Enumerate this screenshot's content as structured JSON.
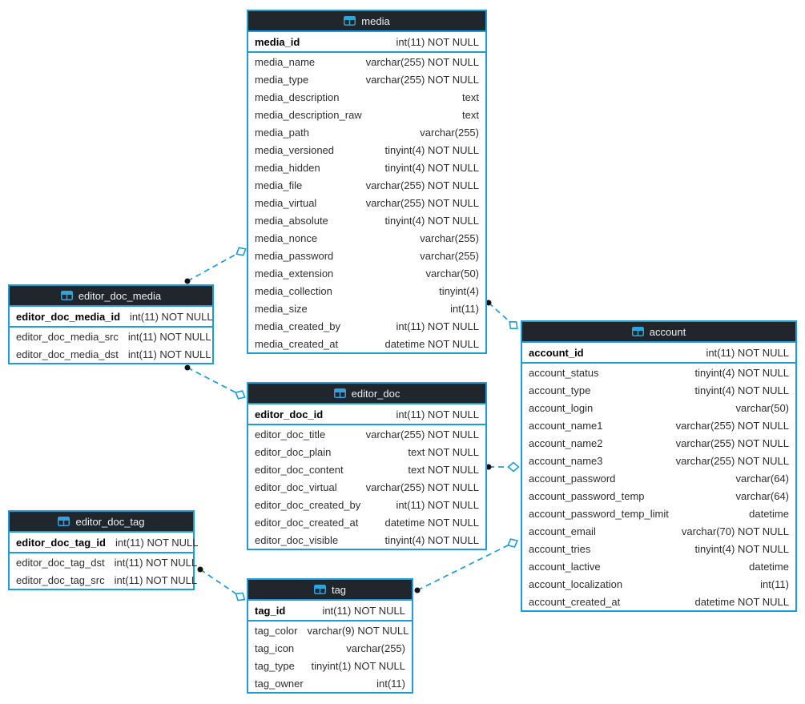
{
  "diagram": {
    "colors": {
      "accent": "#1e9cd7",
      "header_bg": "#21262c",
      "header_text": "#efefef",
      "row_text": "#2e2e2e",
      "pk_text": "#000000",
      "connector_dot": "#121212",
      "background": "#ffffff"
    },
    "tables": [
      {
        "name": "media",
        "columns": [
          {
            "name": "media_id",
            "type": "int(11) NOT NULL",
            "pk": true
          },
          {
            "name": "media_name",
            "type": "varchar(255) NOT NULL"
          },
          {
            "name": "media_type",
            "type": "varchar(255) NOT NULL"
          },
          {
            "name": "media_description",
            "type": "text"
          },
          {
            "name": "media_description_raw",
            "type": "text"
          },
          {
            "name": "media_path",
            "type": "varchar(255)"
          },
          {
            "name": "media_versioned",
            "type": "tinyint(4) NOT NULL"
          },
          {
            "name": "media_hidden",
            "type": "tinyint(4) NOT NULL"
          },
          {
            "name": "media_file",
            "type": "varchar(255) NOT NULL"
          },
          {
            "name": "media_virtual",
            "type": "varchar(255) NOT NULL"
          },
          {
            "name": "media_absolute",
            "type": "tinyint(4) NOT NULL"
          },
          {
            "name": "media_nonce",
            "type": "varchar(255)"
          },
          {
            "name": "media_password",
            "type": "varchar(255)"
          },
          {
            "name": "media_extension",
            "type": "varchar(50)"
          },
          {
            "name": "media_collection",
            "type": "tinyint(4)"
          },
          {
            "name": "media_size",
            "type": "int(11)"
          },
          {
            "name": "media_created_by",
            "type": "int(11) NOT NULL"
          },
          {
            "name": "media_created_at",
            "type": "datetime NOT NULL"
          }
        ]
      },
      {
        "name": "editor_doc_media",
        "columns": [
          {
            "name": "editor_doc_media_id",
            "type": "int(11) NOT NULL",
            "pk": true
          },
          {
            "name": "editor_doc_media_src",
            "type": "int(11) NOT NULL"
          },
          {
            "name": "editor_doc_media_dst",
            "type": "int(11) NOT NULL"
          }
        ]
      },
      {
        "name": "editor_doc",
        "columns": [
          {
            "name": "editor_doc_id",
            "type": "int(11) NOT NULL",
            "pk": true
          },
          {
            "name": "editor_doc_title",
            "type": "varchar(255) NOT NULL"
          },
          {
            "name": "editor_doc_plain",
            "type": "text NOT NULL"
          },
          {
            "name": "editor_doc_content",
            "type": "text NOT NULL"
          },
          {
            "name": "editor_doc_virtual",
            "type": "varchar(255) NOT NULL"
          },
          {
            "name": "editor_doc_created_by",
            "type": "int(11) NOT NULL"
          },
          {
            "name": "editor_doc_created_at",
            "type": "datetime NOT NULL"
          },
          {
            "name": "editor_doc_visible",
            "type": "tinyint(4) NOT NULL"
          }
        ]
      },
      {
        "name": "editor_doc_tag",
        "columns": [
          {
            "name": "editor_doc_tag_id",
            "type": "int(11) NOT NULL",
            "pk": true
          },
          {
            "name": "editor_doc_tag_dst",
            "type": "int(11) NOT NULL"
          },
          {
            "name": "editor_doc_tag_src",
            "type": "int(11) NOT NULL"
          }
        ]
      },
      {
        "name": "tag",
        "columns": [
          {
            "name": "tag_id",
            "type": "int(11) NOT NULL",
            "pk": true
          },
          {
            "name": "tag_color",
            "type": "varchar(9) NOT NULL"
          },
          {
            "name": "tag_icon",
            "type": "varchar(255)"
          },
          {
            "name": "tag_type",
            "type": "tinyint(1) NOT NULL"
          },
          {
            "name": "tag_owner",
            "type": "int(11)"
          }
        ]
      },
      {
        "name": "account",
        "columns": [
          {
            "name": "account_id",
            "type": "int(11) NOT NULL",
            "pk": true
          },
          {
            "name": "account_status",
            "type": "tinyint(4) NOT NULL"
          },
          {
            "name": "account_type",
            "type": "tinyint(4) NOT NULL"
          },
          {
            "name": "account_login",
            "type": "varchar(50)"
          },
          {
            "name": "account_name1",
            "type": "varchar(255) NOT NULL"
          },
          {
            "name": "account_name2",
            "type": "varchar(255) NOT NULL"
          },
          {
            "name": "account_name3",
            "type": "varchar(255) NOT NULL"
          },
          {
            "name": "account_password",
            "type": "varchar(64)"
          },
          {
            "name": "account_password_temp",
            "type": "varchar(64)"
          },
          {
            "name": "account_password_temp_limit",
            "type": "datetime"
          },
          {
            "name": "account_email",
            "type": "varchar(70) NOT NULL"
          },
          {
            "name": "account_tries",
            "type": "tinyint(4) NOT NULL"
          },
          {
            "name": "account_lactive",
            "type": "datetime"
          },
          {
            "name": "account_localization",
            "type": "int(11)"
          },
          {
            "name": "account_created_at",
            "type": "datetime NOT NULL"
          }
        ]
      }
    ],
    "relationships": [
      {
        "from": "editor_doc_media",
        "to": "media",
        "style": "dashed"
      },
      {
        "from": "editor_doc_media",
        "to": "editor_doc",
        "style": "dashed"
      },
      {
        "from": "editor_doc_tag",
        "to": "tag",
        "style": "dashed"
      },
      {
        "from": "media",
        "to": "account",
        "style": "dashed"
      },
      {
        "from": "editor_doc",
        "to": "account",
        "style": "dashed"
      },
      {
        "from": "tag",
        "to": "account",
        "style": "dashed"
      }
    ]
  }
}
